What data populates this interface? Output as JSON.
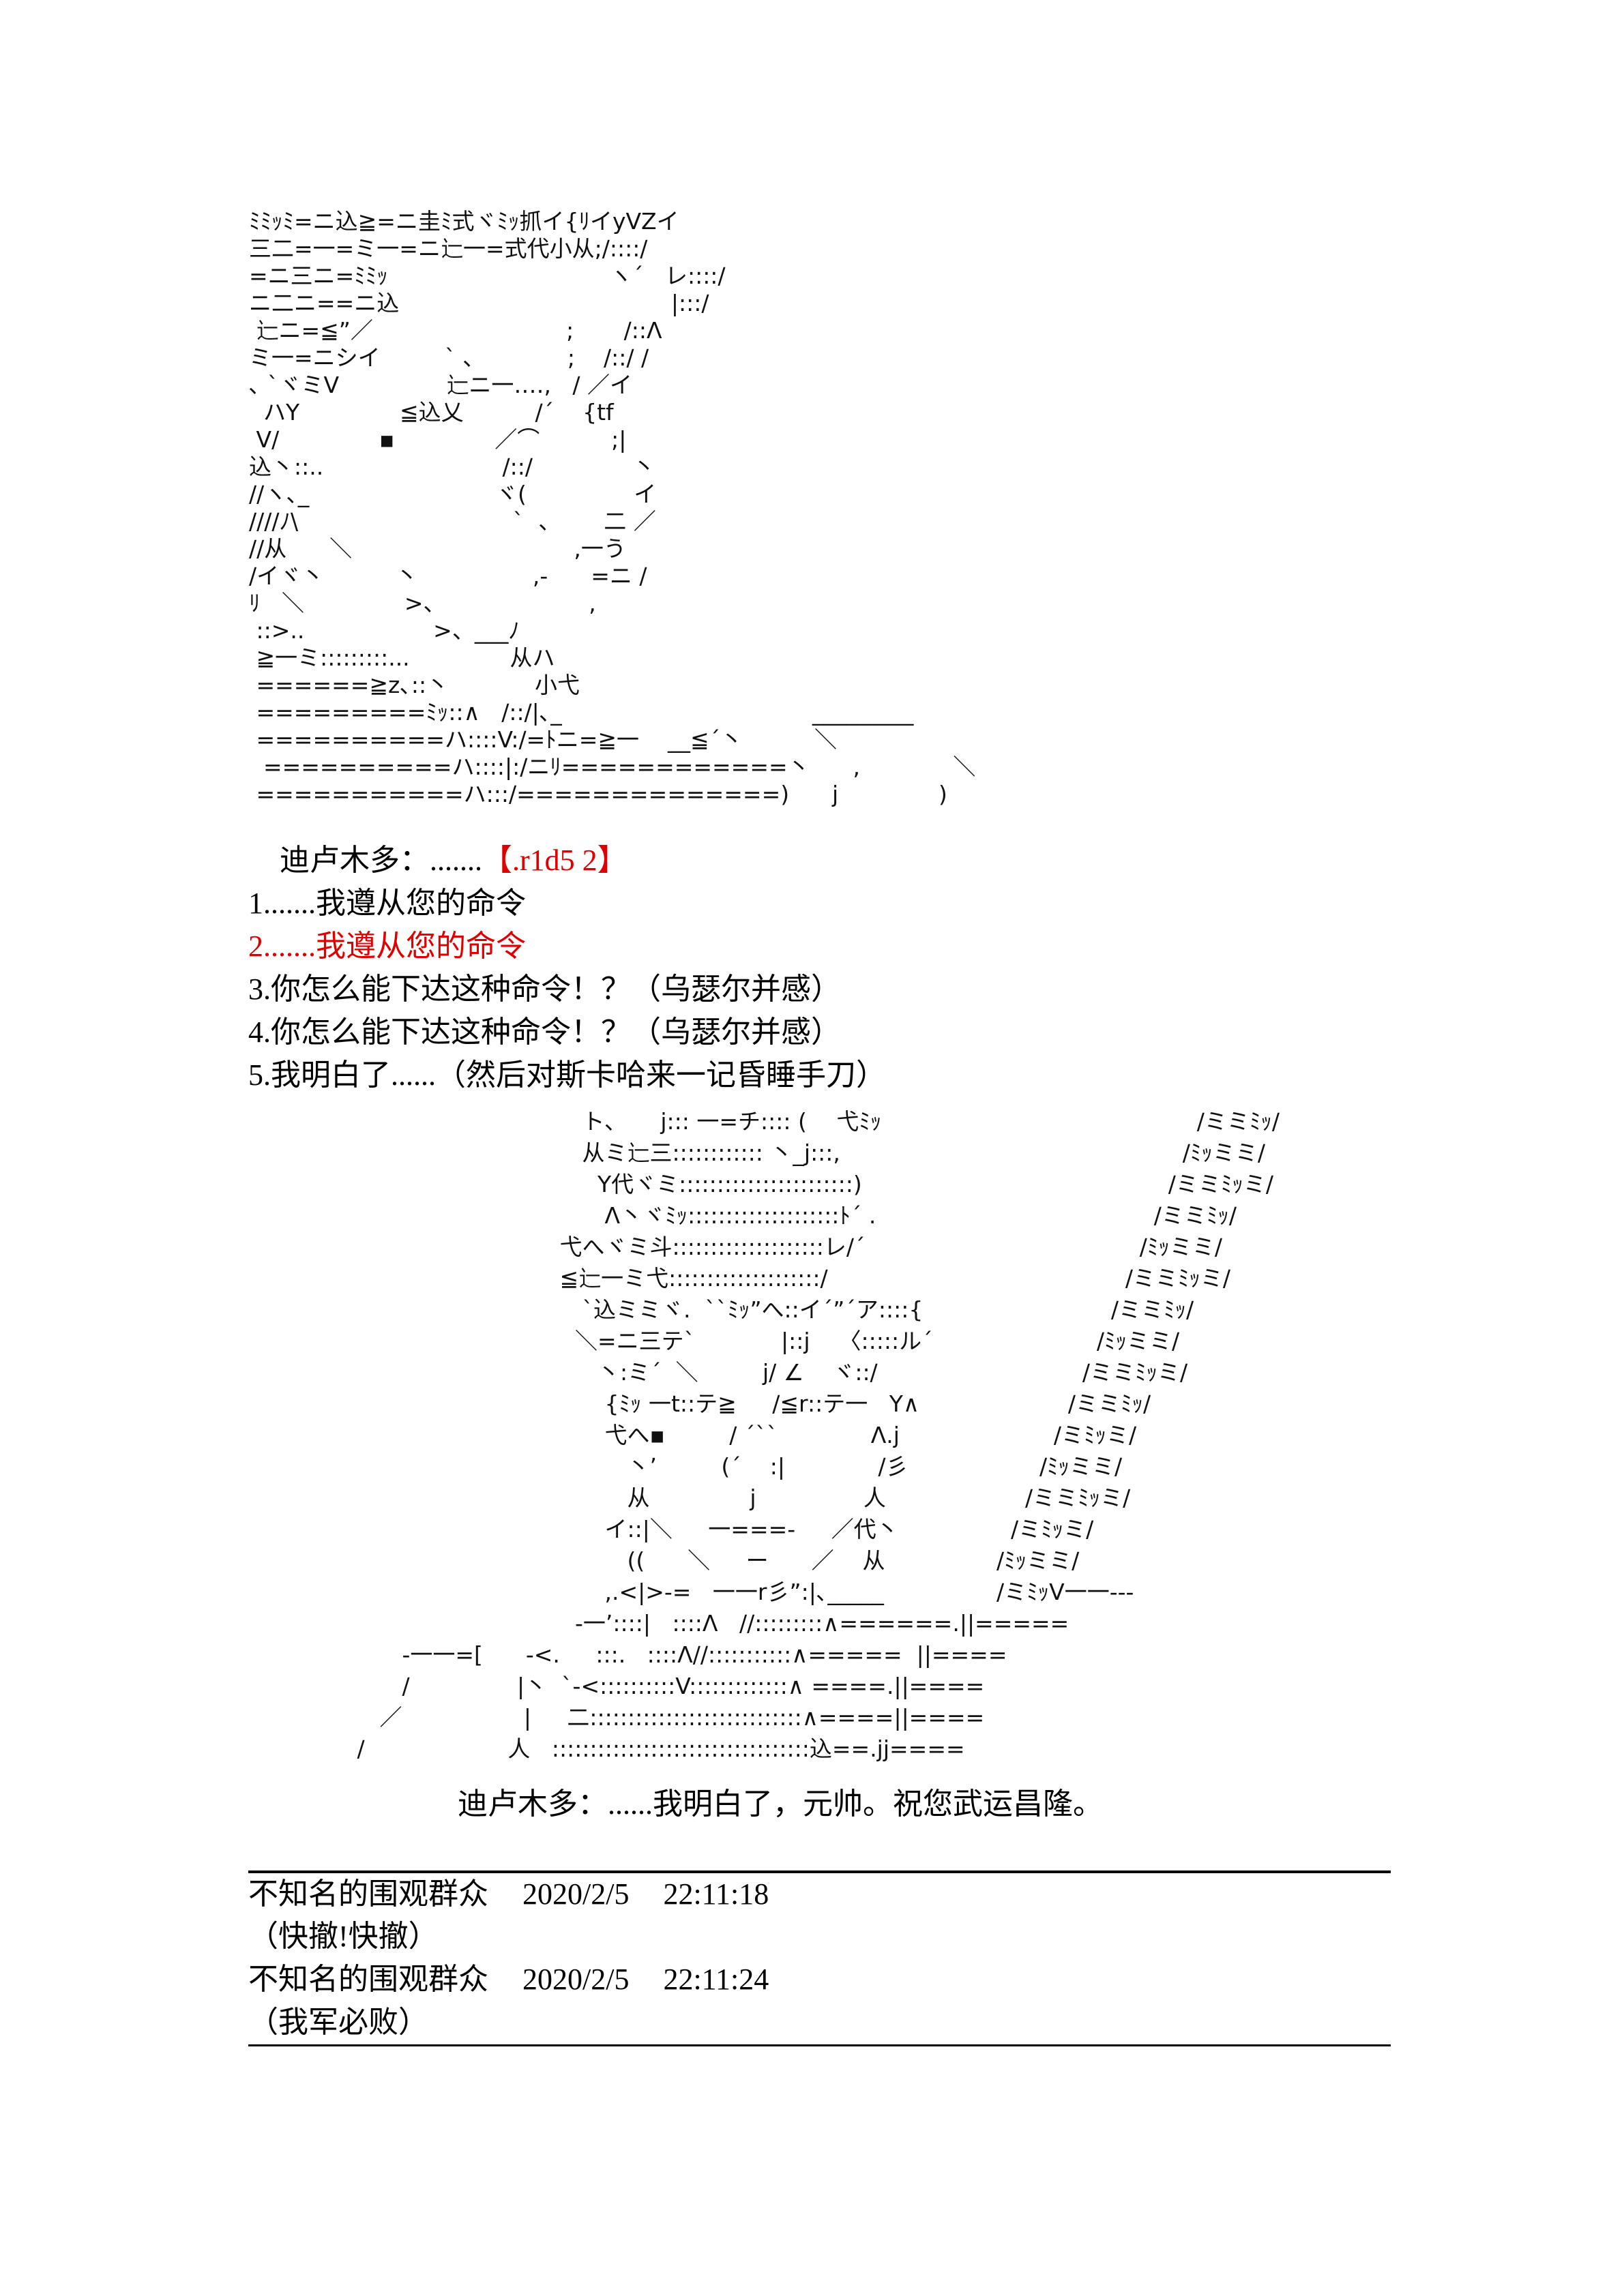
{
  "colors": {
    "text": "#000000",
    "highlight": "#e00000"
  },
  "aa1": [
    "ﾐﾐｯﾐ=ニ込≧=ニ圭ﾐ式ヾﾐｯ抓イ{ﾘイyVZイ",
    "三二=一=ミ一=ニ辷一=式代小从;/::::/",
    "=ニ三ニ=ﾐﾐｯ                               ヽ´   レ::::/",
    "ニ二ニ==ニ込                                      |:::/",
    " 辷ニ=≦”／                           ;       /::Λ",
    "ミ一=ニシイ         ` ､             ;    /::/ /",
    "､ `ヾミV               辷ニ一‥‥,   / ／イ",
    "  ハY              ≦込乂          /´    {tf",
    " V/              ▪              ／⌒          ;|",
    "込丶::..                         /::/              丶",
    "//ヽ､_                          ヾ(               イ",
    "////ﾉ\\                              `  、      二 ／",
    "//从      ＼                               ,一う",
    "/イヾ丶          丶                ,-      =ニ /",
    "ﾘ   ＼              >、                    ,",
    " ::>..                  >、___ﾉ",
    " ≧一ミ:::::::::...              从ハ",
    " ======≧z､::丶            小弋",
    " =========ﾐｯ::∧   /::/|､_                                   _________",
    " ==========ハ::::V:/=ﾄニ=≧一    __≦´丶          ＼",
    "  ==========ハ::::|:/ニﾘ============丶      ,             ＼",
    " ===========ハ:::/==============)      j              )"
  ],
  "dialogue": {
    "speaker_line": "迪卢木多：.......",
    "roll": "【.r1d5 2】",
    "options": [
      "1.......我遵从您的命令",
      "2.......我遵从您的命令",
      "3.你怎么能下达这种命令！？（乌瑟尔并感）",
      "4.你怎么能下达这种命令！？（乌瑟尔并感）",
      "5.我明白了......（然后对斯卡哈来一记昏睡手刀）"
    ],
    "selected_index": 2
  },
  "aa2": [
    "　　　　　　　　　　　 ト、　　j::: 一=チ:::: (　 弋ﾐｯ",
    "　　　　　　　　　　　 从ミ辷三:::::::::::: 丶_j:::,",
    "　　　　　　　　　　　　Y代ヾミ:::::::::::::::::::::::)",
    "　　　　　　　　　　　　 Λ丶ヾﾐｯ::::::::::::::::::::ﾄ´ .",
    "　　　　　　　　　　 弋へヾミ斗::::::::::::::::::::レ/´",
    "　　　　　　　　　　 ≦辷一ミ弋::::::::::::::::::::/",
    "　　　　　　　　　　　 `込ミミヾ.  ``ﾐｯ”へ::イ´”´ア::::{",
    "　　　　　　　　　　　＼=ニ三テ`            |::j    〈:::::ル´",
    "　　　　　　　　　　　　丶:ミ´  ＼         j/ ∠    ヾ::/",
    "　　　　　　　　　　　　 {ﾐｯ 一t::テ≧     /≦r::テ一   Y∧",
    "　　　　　　　　　　　　 弋へ▪         / ´``             Λ.j",
    "　　　　　　　　　　　　　 丶’         (´    :|             /彡",
    "　　　　　　　　　　　　　 从              j               人",
    "　　　　　　　　　　　　 イ::|＼     一===-     ／代丶",
    "　　　　　　　　　　　　　 ((      ＼     ー      ／    从",
    "　　　　　　　　　　　　 ,.<|>-=   一一r彡”:|､_____",
    "　　　　　　　　　　　-一’::::|   ::::Λ   //:::::::::∧======.||=====",
    "　　　 -一一=[      -<.     :::.   ::::Λ//:::::::::::∧=====  ||====",
    "　　　 /               |丶  `-<::::::::::V:::::::::::::∧ ====.||====",
    "　　 ／                 |     二::::::::::::::::::::::::::::∧====||====",
    "　 /                    人   ::::::::::::::::::::::::::::::::::込==.jj===="
  ],
  "aa2_stripes": [
    "                            /ミミﾐｯ/",
    "                          /ﾐｯミミ/",
    "                        /ミミﾐｯミ/",
    "                      /ミミﾐｯ/",
    "                    /ﾐｯミミ/",
    "                  /ミミﾐｯミ/",
    "                /ミミﾐｯ/",
    "              /ﾐｯミミ/",
    "            /ミミﾐｯミ/",
    "          /ミミﾐｯ/",
    "        /ミﾐｯミ/",
    "      /ﾐｯミミ/",
    "    /ミミﾐｯミ/",
    "  /ミﾐｯミ/",
    "/ﾐｯミミ/",
    "/ミﾐｯV一一---"
  ],
  "closing_line": "迪卢木多：......我明白了，元帅。祝您武运昌隆。",
  "comments": [
    {
      "author": "不知名的围观群众",
      "date": "2020/2/5",
      "time": "22:11:18",
      "text": "（快撤!快撤）"
    },
    {
      "author": "不知名的围观群众",
      "date": "2020/2/5",
      "time": "22:11:24",
      "text": "（我军必败）"
    }
  ]
}
